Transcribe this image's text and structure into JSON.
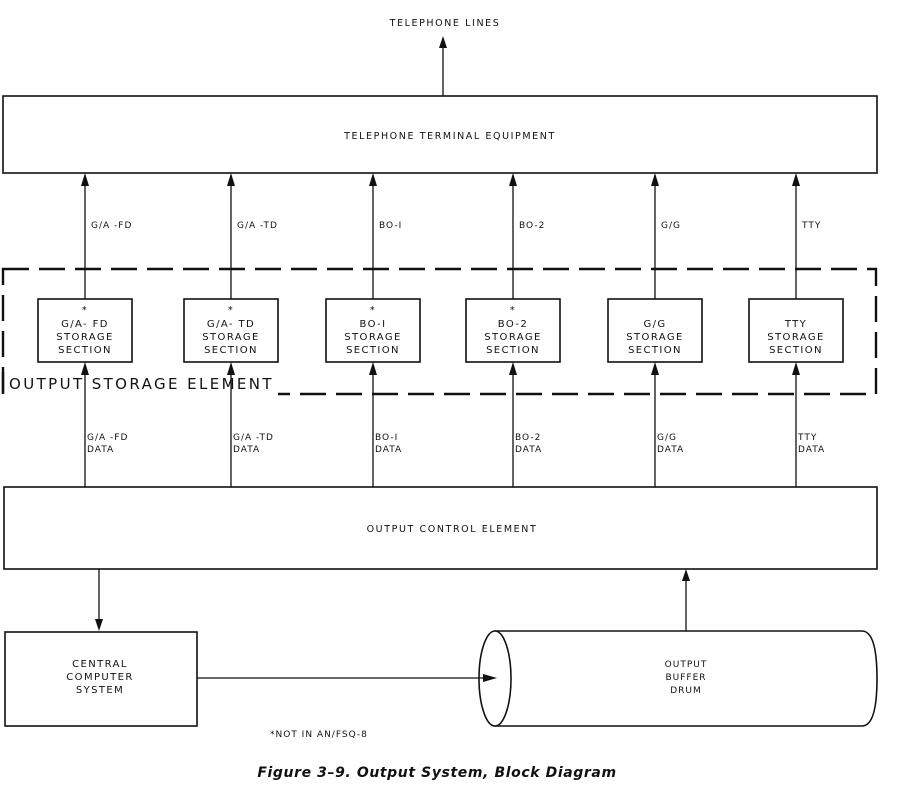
{
  "diagram": {
    "top_label": "TELEPHONE LINES",
    "telephone_box": "TELEPHONE TERMINAL EQUIPMENT",
    "storage_group_label": "OUTPUT STORAGE ELEMENT",
    "control_box": "OUTPUT CONTROL ELEMENT",
    "computer_box": [
      "CENTRAL",
      "COMPUTER",
      "SYSTEM"
    ],
    "drum_box": [
      "OUTPUT",
      "BUFFER",
      "DRUM"
    ],
    "footnote": "*NOT IN AN/FSQ-8",
    "caption": "Figure 3–9. Output System, Block Diagram",
    "channels": [
      {
        "upper_label": "G/A -FD",
        "asterisk": "*",
        "box_lines": [
          "G/A- FD",
          "STORAGE",
          "SECTION"
        ],
        "data_lines": [
          "G/A -FD",
          "DATA"
        ]
      },
      {
        "upper_label": "G/A -TD",
        "asterisk": "*",
        "box_lines": [
          "G/A- TD",
          "STORAGE",
          "SECTION"
        ],
        "data_lines": [
          "G/A -TD",
          "DATA"
        ]
      },
      {
        "upper_label": "BO-I",
        "asterisk": "*",
        "box_lines": [
          "BO-I",
          "STORAGE",
          "SECTION"
        ],
        "data_lines": [
          "BO-I",
          "DATA"
        ]
      },
      {
        "upper_label": "BO-2",
        "asterisk": "*",
        "box_lines": [
          "BO-2",
          "STORAGE",
          "SECTION"
        ],
        "data_lines": [
          "BO-2",
          "DATA"
        ]
      },
      {
        "upper_label": "G/G",
        "asterisk": "",
        "box_lines": [
          "G/G",
          "STORAGE",
          "SECTION"
        ],
        "data_lines": [
          "G/G",
          "DATA"
        ]
      },
      {
        "upper_label": "TTY",
        "asterisk": "",
        "box_lines": [
          "TTY",
          "STORAGE",
          "SECTION"
        ],
        "data_lines": [
          "TTY",
          "DATA"
        ]
      }
    ]
  }
}
